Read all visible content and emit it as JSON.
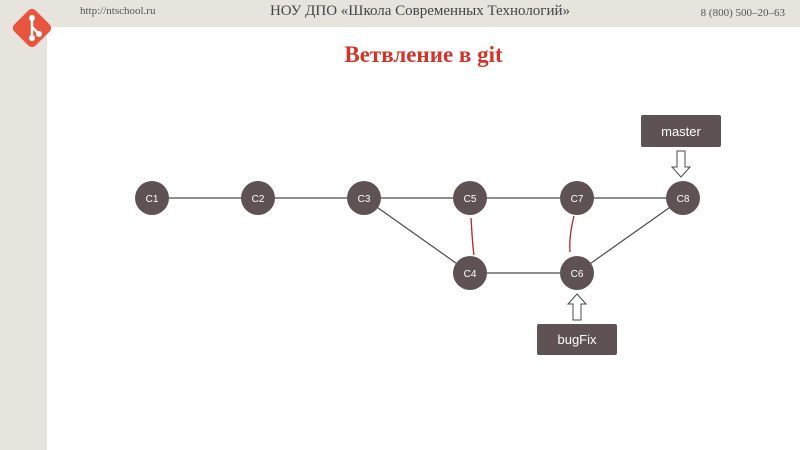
{
  "header": {
    "url": "http://ntschool.ru",
    "org": "НОУ ДПО «Школа Современных Технологий»",
    "phone": "8 (800) 500–20–63"
  },
  "logo": {
    "icon": "git-icon",
    "color": "#e8553e"
  },
  "slide": {
    "title": "Ветвление в git",
    "title_color": "#d1352a"
  },
  "diagram": {
    "node_color": "#5f5254",
    "edge_color": "#4a4a4a",
    "nodes": {
      "c1": "C1",
      "c2": "C2",
      "c3": "C3",
      "c4": "C4",
      "c5": "C5",
      "c6": "C6",
      "c7": "C7",
      "c8": "C8"
    },
    "tags": {
      "master": "master",
      "bugfix": "bugFix"
    },
    "annotation_color": "#c0202a"
  }
}
